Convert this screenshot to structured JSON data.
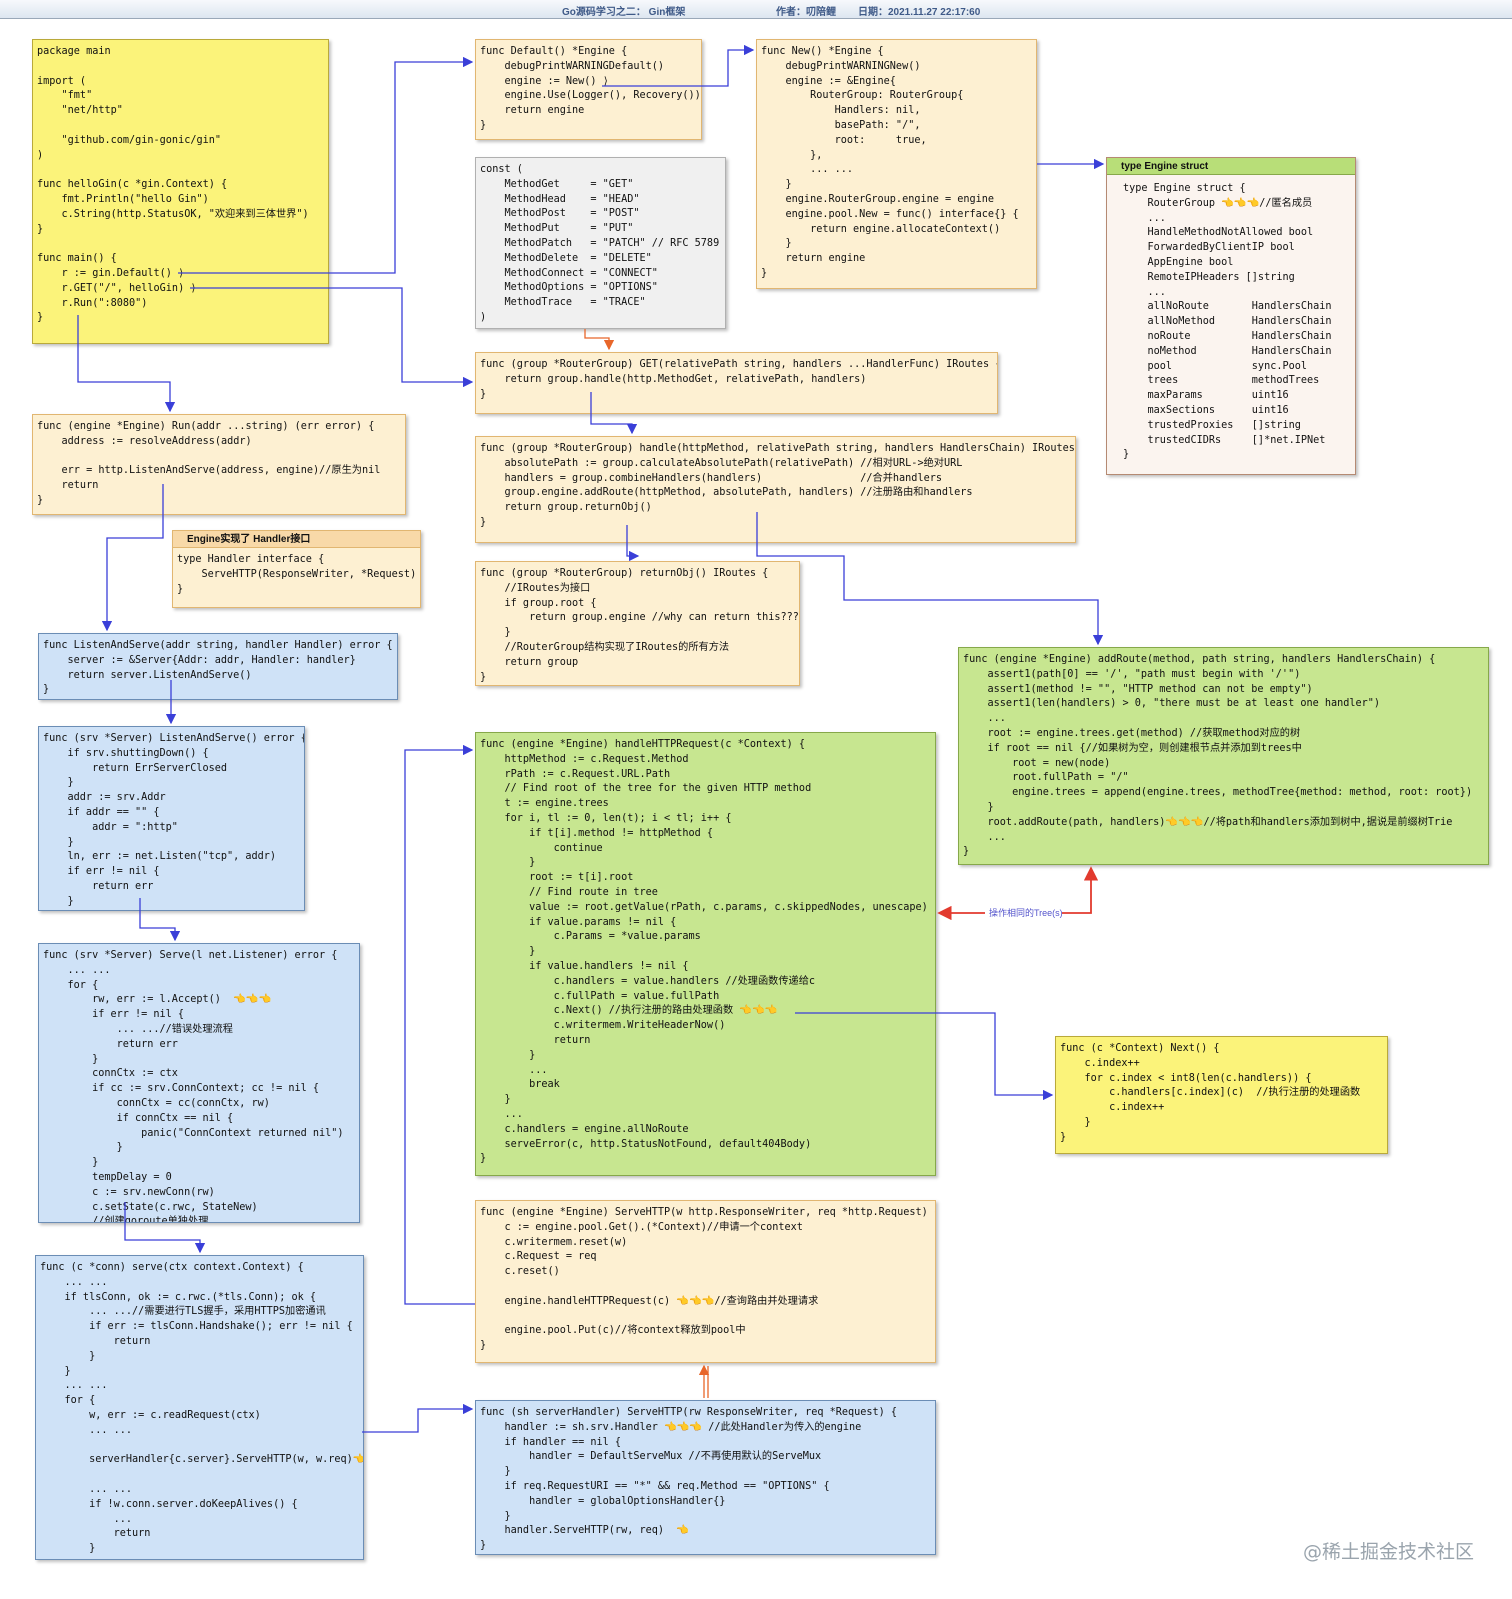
{
  "header": {
    "title": "Go源码学习之二： Gin框架",
    "author": "作者：叨陪鲤",
    "date": "日期：2021.11.27 22:17:60"
  },
  "boxes": {
    "main_go": "package main\n\nimport (\n    \"fmt\"\n    \"net/http\"\n\n    \"github.com/gin-gonic/gin\"\n)\n\nfunc helloGin(c *gin.Context) {\n    fmt.Println(\"hello Gin\")\n    c.String(http.StatusOK, \"欢迎来到三体世界\")\n}\n\nfunc main() {\n    r := gin.Default() ⟩\n    r.GET(\"/\", helloGin) ⟩\n    r.Run(\":8080\")\n}",
    "default_fn": "func Default() *Engine {\n    debugPrintWARNINGDefault()\n    engine := New() ⟩\n    engine.Use(Logger(), Recovery())\n    return engine\n}",
    "new_fn": "func New() *Engine {\n    debugPrintWARNINGNew()\n    engine := &Engine{\n        RouterGroup: RouterGroup{\n            Handlers: nil,\n            basePath: \"/\",\n            root:     true,\n        },\n        ... ...\n    }\n    engine.RouterGroup.engine = engine\n    engine.pool.New = func() interface{} {\n        return engine.allocateContext()\n    }\n    return engine\n}",
    "const_block": "const (\n    MethodGet     = \"GET\"\n    MethodHead    = \"HEAD\"\n    MethodPost    = \"POST\"\n    MethodPut     = \"PUT\"\n    MethodPatch   = \"PATCH\" // RFC 5789\n    MethodDelete  = \"DELETE\"\n    MethodConnect = \"CONNECT\"\n    MethodOptions = \"OPTIONS\"\n    MethodTrace   = \"TRACE\"\n)",
    "engine_struct_title": "type Engine struct",
    "engine_struct": "type Engine struct {\n    RouterGroup 👈👈👈//匿名成员\n    ...\n    HandleMethodNotAllowed bool\n    ForwardedByClientIP bool\n    AppEngine bool\n    RemoteIPHeaders []string\n    ...\n    allNoRoute       HandlersChain\n    allNoMethod      HandlersChain\n    noRoute          HandlersChain\n    noMethod         HandlersChain\n    pool             sync.Pool\n    trees            methodTrees\n    maxParams        uint16\n    maxSections      uint16\n    trustedProxies   []string\n    trustedCIDRs     []*net.IPNet\n}",
    "get_fn": "func (group *RouterGroup) GET(relativePath string, handlers ...HandlerFunc) IRoutes {\n    return group.handle(http.MethodGet, relativePath, handlers)\n}",
    "handle_fn": "func (group *RouterGroup) handle(httpMethod, relativePath string, handlers HandlersChain) IRoutes {\n    absolutePath := group.calculateAbsolutePath(relativePath) //相对URL->绝对URL\n    handlers = group.combineHandlers(handlers)                //合并handlers\n    group.engine.addRoute(httpMethod, absolutePath, handlers) //注册路由和handlers\n    return group.returnObj()\n}",
    "returnobj_fn": "func (group *RouterGroup) returnObj() IRoutes {\n    //IRoutes为接口\n    if group.root {\n        return group.engine //why can return this???\n    }\n    //RouterGroup结构实现了IRoutes的所有方法\n    return group\n}",
    "run_fn": "func (engine *Engine) Run(addr ...string) (err error) {\n    address := resolveAddress(addr)\n\n    err = http.ListenAndServe(address, engine)//原生为nil\n    return\n}",
    "handler_iface_title": "Engine实现了 Handler接口",
    "handler_iface": "type Handler interface {\n    ServeHTTP(ResponseWriter, *Request)\n}",
    "listen_fn": "func ListenAndServe(addr string, handler Handler) error {\n    server := &Server{Addr: addr, Handler: handler}\n    return server.ListenAndServe()\n}",
    "srv_listen_fn": "func (srv *Server) ListenAndServe() error {\n    if srv.shuttingDown() {\n        return ErrServerClosed\n    }\n    addr := srv.Addr\n    if addr == \"\" {\n        addr = \":http\"\n    }\n    ln, err := net.Listen(\"tcp\", addr)\n    if err != nil {\n        return err\n    }\n    return srv.Serve(ln)\n}",
    "serve_fn": "func (srv *Server) Serve(l net.Listener) error {\n    ... ...\n    for {\n        rw, err := l.Accept()  👈👈👈\n        if err != nil {\n            ... ...//错误处理流程\n            return err\n        }\n        connCtx := ctx\n        if cc := srv.ConnContext; cc != nil {\n            connCtx = cc(connCtx, rw)\n            if connCtx == nil {\n                panic(\"ConnContext returned nil\")\n            }\n        }\n        tempDelay = 0\n        c := srv.newConn(rw)\n        c.setState(c.rwc, StateNew)\n        //创建goroute单独处理\n        go c.serve(connCtx)  👈👈👈\n    }\n}",
    "conn_serve_fn": "func (c *conn) serve(ctx context.Context) {\n    ... ...\n    if tlsConn, ok := c.rwc.(*tls.Conn); ok {\n        ... ...//需要进行TLS握手，采用HTTPS加密通讯\n        if err := tlsConn.Handshake(); err != nil {\n            return\n        }\n    }\n    ... ...\n    for {\n        w, err := c.readRequest(ctx)\n        ... ...\n\n        serverHandler{c.server}.ServeHTTP(w, w.req)👈\n\n        ... ...\n        if !w.conn.server.doKeepAlives() {\n            ...\n            return\n        }\n        ...\n    }\n}",
    "handle_http_fn": "func (engine *Engine) handleHTTPRequest(c *Context) {\n    httpMethod := c.Request.Method\n    rPath := c.Request.URL.Path\n    // Find root of the tree for the given HTTP method\n    t := engine.trees\n    for i, tl := 0, len(t); i < tl; i++ {\n        if t[i].method != httpMethod {\n            continue\n        }\n        root := t[i].root\n        // Find route in tree\n        value := root.getValue(rPath, c.params, c.skippedNodes, unescape)\n        if value.params != nil {\n            c.Params = *value.params\n        }\n        if value.handlers != nil {\n            c.handlers = value.handlers //处理函数传递给c\n            c.fullPath = value.fullPath\n            c.Next() //执行注册的路由处理函数 👈👈👈\n            c.writermem.WriteHeaderNow()\n            return\n        }\n        ...\n        break\n    }\n    ...\n    c.handlers = engine.allNoRoute\n    serveError(c, http.StatusNotFound, default404Body)\n}",
    "addroute_fn": "func (engine *Engine) addRoute(method, path string, handlers HandlersChain) {\n    assert1(path[0] == '/', \"path must begin with '/'\")\n    assert1(method != \"\", \"HTTP method can not be empty\")\n    assert1(len(handlers) > 0, \"there must be at least one handler\")\n    ...\n    root := engine.trees.get(method) //获取method对应的树\n    if root == nil {//如果树为空，则创建根节点并添加到trees中\n        root = new(node)\n        root.fullPath = \"/\"\n        engine.trees = append(engine.trees, methodTree{method: method, root: root})\n    }\n    root.addRoute(path, handlers)👈👈👈//将path和handlers添加到树中,据说是前缀树Trie\n    ...\n}",
    "next_fn": "func (c *Context) Next() {\n    c.index++\n    for c.index < int8(len(c.handlers)) {\n        c.handlers[c.index](c)  //执行注册的处理函数\n        c.index++\n    }\n}",
    "engine_servehttp_fn": "func (engine *Engine) ServeHTTP(w http.ResponseWriter, req *http.Request) {\n    c := engine.pool.Get().(*Context)//申请一个context\n    c.writermem.reset(w)\n    c.Request = req\n    c.reset()\n\n    engine.handleHTTPRequest(c) 👈👈👈//查询路由并处理请求\n\n    engine.pool.Put(c)//将context释放到pool中\n}",
    "server_handler_fn": "func (sh serverHandler) ServeHTTP(rw ResponseWriter, req *Request) {\n    handler := sh.srv.Handler 👈👈👈 //此处Handler为传入的engine\n    if handler == nil {\n        handler = DefaultServeMux //不再使用默认的ServeMux\n    }\n    if req.RequestURI == \"*\" && req.Method == \"OPTIONS\" {\n        handler = globalOptionsHandler{}\n    }\n    handler.ServeHTTP(rw, req)  👈\n}"
  },
  "labels": {
    "same_tree": "操作相同的Tree(s)",
    "watermark": "@稀土掘金技术社区"
  },
  "colors": {
    "arrow_blue": "#3a3fd8",
    "arrow_red": "#e23a2e",
    "arrow_orange": "#e8662a"
  }
}
